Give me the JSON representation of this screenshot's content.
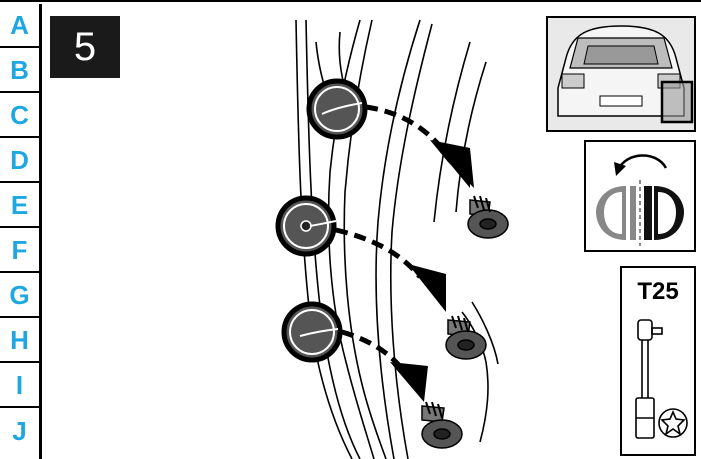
{
  "index_letters": [
    "A",
    "B",
    "C",
    "D",
    "E",
    "F",
    "G",
    "H",
    "I",
    "J"
  ],
  "step_number": "5",
  "tool_label": "T25",
  "accent_color": "#1ea7e0",
  "icons": {
    "car": "car-rear-icon",
    "rotation": "counterclockwise-rotation-icon",
    "tool": "torx-screwdriver-icon"
  }
}
